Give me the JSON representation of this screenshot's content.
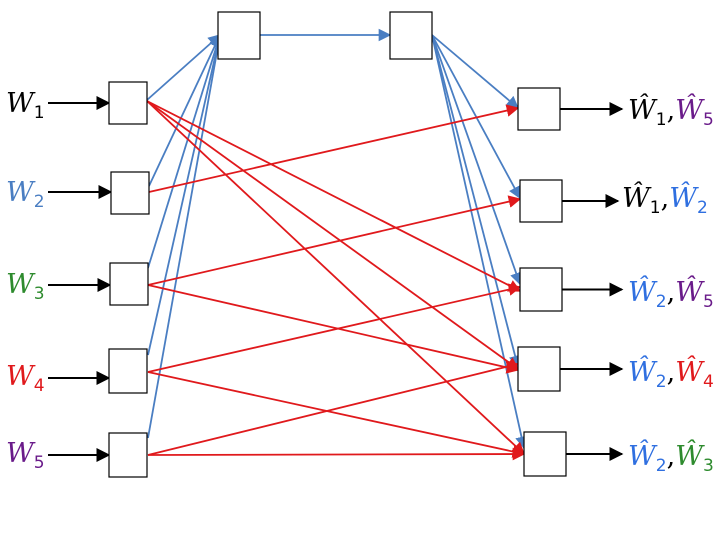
{
  "colors": {
    "black": "#000000",
    "blue": "#4a7ec2",
    "red": "#e0191c",
    "green": "#2e8b2e",
    "purple": "#6a1b8a",
    "bright_blue": "#2f6fe0"
  },
  "inputs": [
    {
      "letter": "W",
      "sub": "1",
      "color": "#000000"
    },
    {
      "letter": "W",
      "sub": "2",
      "color": "#4a7ec2"
    },
    {
      "letter": "W",
      "sub": "3",
      "color": "#2e8b2e"
    },
    {
      "letter": "W",
      "sub": "4",
      "color": "#e0191c"
    },
    {
      "letter": "W",
      "sub": "5",
      "color": "#6a1b8a"
    }
  ],
  "outputs": [
    {
      "a": {
        "letter": "Ŵ",
        "sub": "1",
        "color": "#000000"
      },
      "sep": ",",
      "b": {
        "letter": "Ŵ",
        "sub": "5",
        "color": "#6a1b8a"
      }
    },
    {
      "a": {
        "letter": "Ŵ",
        "sub": "1",
        "color": "#000000"
      },
      "sep": ",",
      "b": {
        "letter": "Ŵ",
        "sub": "2",
        "color": "#2f6fe0"
      }
    },
    {
      "a": {
        "letter": "Ŵ",
        "sub": "2",
        "color": "#2f6fe0"
      },
      "sep": ",",
      "b": {
        "letter": "Ŵ",
        "sub": "5",
        "color": "#6a1b8a"
      }
    },
    {
      "a": {
        "letter": "Ŵ",
        "sub": "2",
        "color": "#2f6fe0"
      },
      "sep": ",",
      "b": {
        "letter": "Ŵ",
        "sub": "4",
        "color": "#e0191c"
      }
    },
    {
      "a": {
        "letter": "Ŵ",
        "sub": "2",
        "color": "#2f6fe0"
      },
      "sep": ",",
      "b": {
        "letter": "Ŵ",
        "sub": "3",
        "color": "#2e8b2e"
      }
    }
  ]
}
